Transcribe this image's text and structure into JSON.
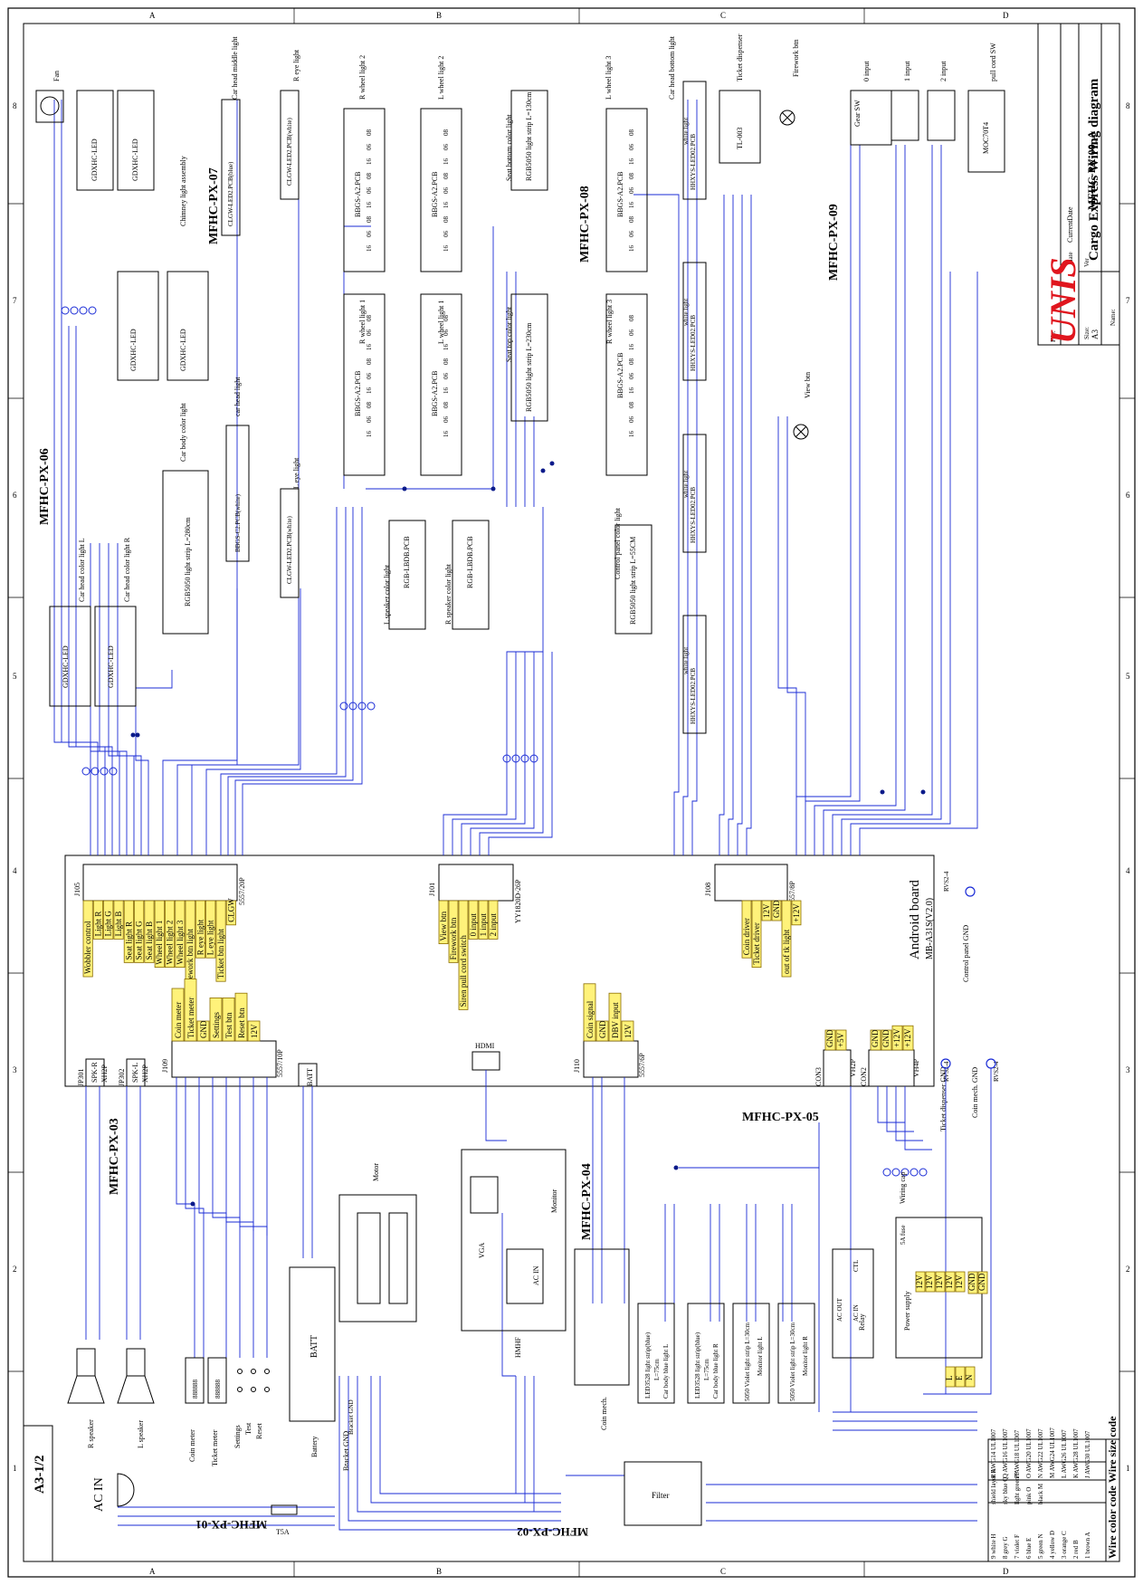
{
  "document": {
    "sheet_label": "A3-1/2",
    "grid_rows": [
      "1",
      "2",
      "3",
      "4",
      "5",
      "6",
      "7",
      "8"
    ],
    "grid_cols": [
      "A",
      "B",
      "C",
      "D"
    ]
  },
  "title_block": {
    "name_label": "Name:",
    "title": "Cargo Express Wiring diagram",
    "size_label": "Size:",
    "size_value": "A3",
    "ver_label": "Ver",
    "ver_value": "MFHC-PX-00_A",
    "date_label": "date",
    "date_value": "CurrentDate",
    "file_label": "File:",
    "logo_text": "UNIS",
    "logo_color": "#e0161e"
  },
  "harnesses": {
    "px01": "MFHC-PX-01",
    "px02": "MFHC-PX-02",
    "px03": "MFHC-PX-03",
    "px04": "MFHC-PX-04",
    "px05": "MFHC-PX-05",
    "px06": "MFHC-PX-06",
    "px07": "MFHC-PX-07",
    "px08": "MFHC-PX-08",
    "px09": "MFHC-PX-09"
  },
  "board": {
    "name": "Android board",
    "model": "MB-A31S(V2.0)",
    "j105": {
      "id": "J105",
      "type": "5557/20P",
      "pins": [
        "Wobbler control",
        "Light R",
        "Light G",
        "Light B",
        "Seat light R",
        "Seat light G",
        "Seat light B",
        "Wheel light 1",
        "Wheel light 2",
        "Wheel light 3",
        "Firework btn light",
        "R eye light",
        "L eye light",
        "Ticket btn light",
        "CLGW"
      ]
    },
    "j101": {
      "id": "J101",
      "type": "YY1820D-26P",
      "pins": [
        "View btn",
        "Firework btn",
        "Siren pull cord switch",
        "0 input",
        "1 input",
        "2 input"
      ]
    },
    "j108": {
      "id": "J108",
      "type": "5557/8P",
      "pins": [
        "Coin driver",
        "Ticket driver",
        "12V",
        "GND",
        "out of tk light",
        "+12V"
      ]
    },
    "j109": {
      "id": "J109",
      "type": "5557/10P",
      "pins": [
        "Coin meter",
        "Ticket meter",
        "GND",
        "Settings",
        "Test btn",
        "Reset btn",
        "12V"
      ]
    },
    "j110": {
      "id": "J110",
      "type": "5557/6P",
      "pins": [
        "Coin signal",
        "GND",
        "DBV input",
        "12V"
      ]
    },
    "jp301": {
      "id": "JP301",
      "pins": [
        "SPK-R",
        "XH2P"
      ]
    },
    "jp302": {
      "id": "JP302",
      "pins": [
        "SPK-L",
        "XH2P"
      ]
    },
    "batt": {
      "id": "BATT"
    },
    "hdmi": {
      "id": "HDMI"
    },
    "con3": {
      "id": "CON3",
      "pins": [
        "GND",
        "+5V",
        "VH2P"
      ]
    },
    "con2": {
      "id": "CON2",
      "pins": [
        "GND",
        "GND",
        "+12V",
        "+12V",
        "VH4P"
      ]
    }
  },
  "labels": {
    "fan": "Fan",
    "chimney": "Chimney light assembly",
    "car_head_middle": "Car head middle light",
    "r_eye": "R eye light",
    "l_eye": "L eye light",
    "r_wheel_2": "R wheel light 2",
    "l_wheel_2": "L wheel light 2",
    "r_wheel_1": "R wheel light 1",
    "l_wheel_1": "L wheel light 1",
    "seat_bottom": "Seat bottom color light",
    "seat_top": "Seat top color light",
    "l_wheel_3": "L wheel light 3",
    "r_wheel_3": "R wheel light 3",
    "car_head_bottom": "Car head bottom light",
    "ticket_dispenser": "Ticket dispenser",
    "firework_btn": "Firework btn",
    "gear_sw": "Gear SW",
    "input0": "0 input",
    "input1": "1 input",
    "input2": "2 input",
    "pull_cord": "pull cord SW",
    "view_btn": "View btn",
    "car_body": "Car body color light",
    "car_head_l": "Car head color light L",
    "car_head_r": "Car head color light R",
    "l_speaker_color": "L speaker color light",
    "r_speaker_color": "R speaker color light",
    "control_panel": "Control panel color light",
    "motor": "Motor",
    "monitor": "Monitor",
    "coin_mech": "Coin mech.",
    "vga": "VGA",
    "ac_in": "AC IN",
    "battery": "Battery",
    "batt": "BATT",
    "bracket_gnd": "Bracket GND",
    "r_speaker": "R speaker",
    "l_speaker": "L speaker",
    "coin_meter": "Coin meter",
    "ticket_meter": "Ticket meter",
    "settings": "Settings",
    "test": "Test",
    "reset": "Reset",
    "wiring_cap": "Wiring cap",
    "power_supply": "Power supply",
    "filter": "Filter",
    "ac_in_main": "AC IN",
    "fuse": "T5A",
    "fuse5": "5A fuse",
    "relay": "Relay",
    "ac_out": "AC OUT",
    "ac_in_relay": "AC IN",
    "ctl": "CTL",
    "ticket_dispenser_gnd": "Ticket dispenser GND",
    "coin_mech_gnd": "Coin mech. GND",
    "control_panel_gnd": "Control panel GND",
    "rvs1": "RVS2-4",
    "rvs2": "RVS2-4",
    "rvs3": "RVS2-4",
    "monitor_r": "Monitor light R",
    "monitor_l": "Monitor light L",
    "monitor_strip": "5050 Violet light strip L=30cm",
    "car_body_l": "Car body blue light L",
    "car_body_r": "Car body blue light R",
    "led3528": "LED3528 light strip(blue)",
    "len75": "L=75cm",
    "gdxhc": "GDXHC-LED",
    "bbgs": "BBGS-A2.PCB",
    "hhxys": "HHXYS-LED02.PCB",
    "white_light": "white light",
    "rgblbdb": "RGB-LBDB.PCB",
    "rgb5050_280": "RGB5050 light strip L=280cm",
    "rgb5050_130": "RGB5050 light strip L=130cm",
    "rgb5050_230": "RGB5050 light strip L=230cm",
    "rgb5050_55": "RGB5050 light strip L=55CM",
    "clgw_led2": "CLGW-LED2.PCB(white)",
    "clgw_led2_blue": "CLGW-LED2.PCB(blue)",
    "bbgs_c2": "BBGS-C2.PCB(white)",
    "tl003": "TL-003",
    "moc70t4": "MOC70T4",
    "hmhf": "HMHF",
    "car_head_light": "car head light"
  },
  "wire_legend": {
    "title": "Wire color code",
    "size_title": "Wire size code",
    "colors": [
      {
        "n": "9",
        "name": "white",
        "code": "H"
      },
      {
        "n": "8",
        "name": "grey",
        "code": "G"
      },
      {
        "n": "7",
        "name": "violet",
        "code": "F"
      },
      {
        "n": "6",
        "name": "blue",
        "code": "E"
      },
      {
        "n": "5",
        "name": "green",
        "code": "N"
      },
      {
        "n": "4",
        "name": "yellow",
        "code": "D"
      },
      {
        "n": "3",
        "name": "orange",
        "code": "C"
      },
      {
        "n": "2",
        "name": "red",
        "code": "B"
      },
      {
        "n": "1",
        "name": "brown",
        "code": "A"
      }
    ],
    "colors2": [
      {
        "name": "shield layer",
        "code": "R"
      },
      {
        "name": "sky blue",
        "code": "Q"
      },
      {
        "name": "light green",
        "code": "P"
      },
      {
        "name": "pink",
        "code": "O"
      },
      {
        "name": "black",
        "code": "M"
      }
    ],
    "sizes": [
      {
        "code": "R",
        "awg": "AWG14 UL1007"
      },
      {
        "code": "Q",
        "awg": "AWG16 UL1007"
      },
      {
        "code": "P",
        "awg": "AWG18 UL1007"
      },
      {
        "code": "O",
        "awg": "AWG20 UL1007"
      },
      {
        "code": "N",
        "awg": "AWG22 UL1007"
      },
      {
        "code": "M",
        "awg": "AWG24 UL1007"
      },
      {
        "code": "L",
        "awg": "AWG26 UL1007"
      },
      {
        "code": "K",
        "awg": "AWG28 UL1007"
      },
      {
        "code": "J",
        "awg": "AWG30 UL1007"
      }
    ]
  },
  "colors": {
    "wire": "#1a2bd6",
    "tag_fill": "#fff27a",
    "red_mark": "#e0161e",
    "junction": "#0a1a8a"
  }
}
